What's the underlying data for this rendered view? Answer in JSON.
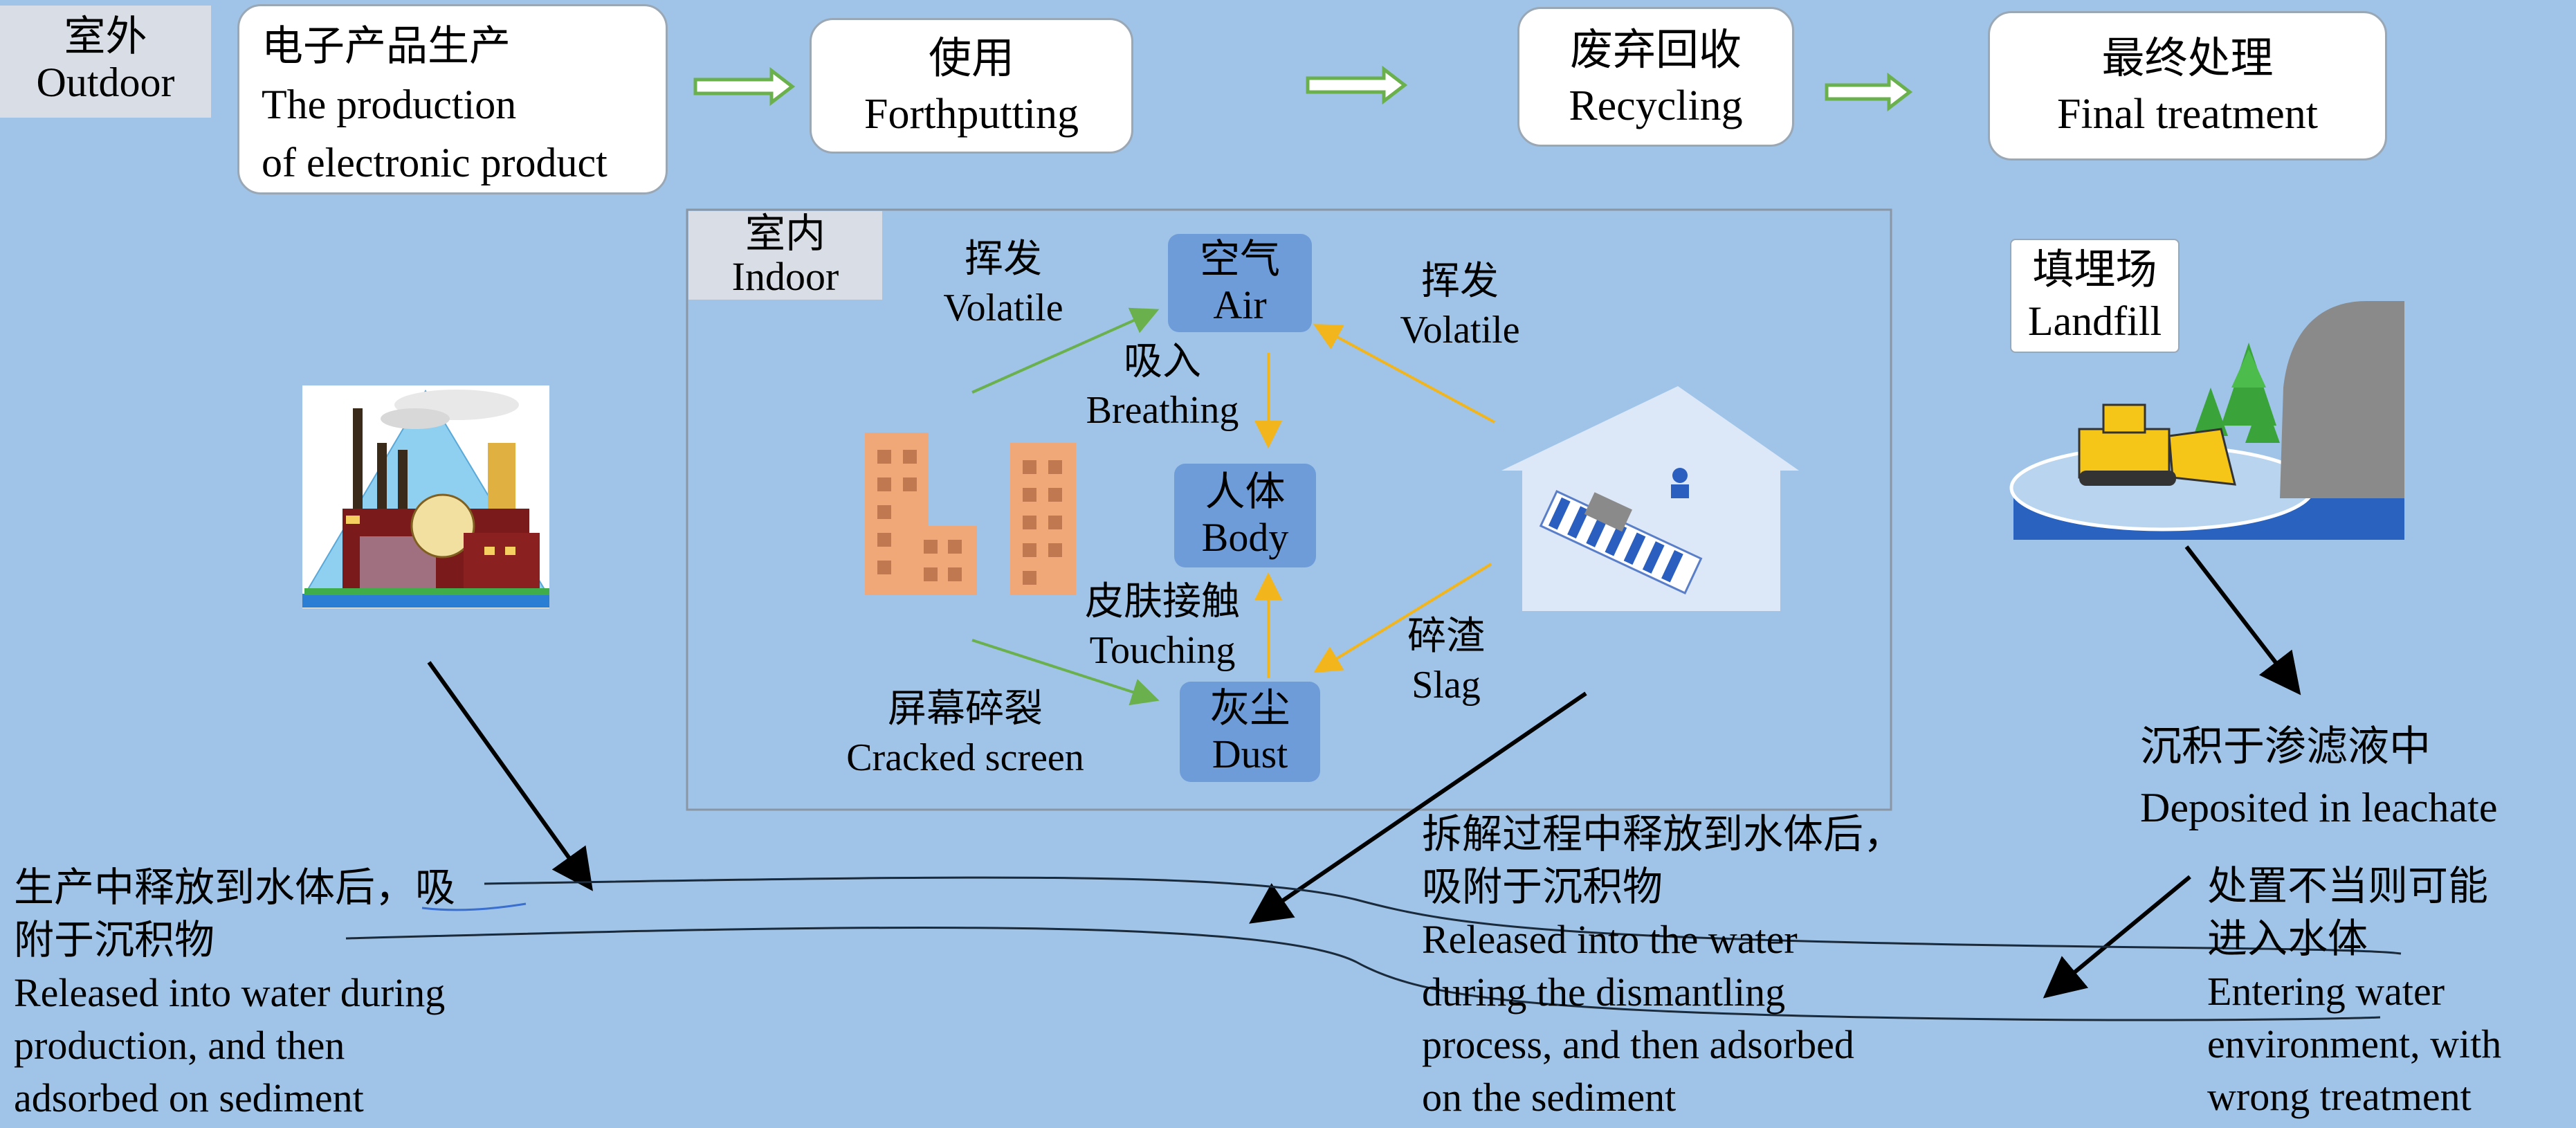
{
  "outdoor": {
    "cn": "室外",
    "en": "Outdoor"
  },
  "stages": [
    {
      "cn": "电子产品生产",
      "en1": "The production",
      "en2": "of electronic product"
    },
    {
      "cn": "使用",
      "en": "Forthputting"
    },
    {
      "cn": "废弃回收",
      "en": "Recycling"
    },
    {
      "cn": "最终处理",
      "en": "Final treatment"
    }
  ],
  "indoor": {
    "title_cn": "室内",
    "title_en": "Indoor",
    "air": {
      "cn": "空气",
      "en": "Air"
    },
    "body": {
      "cn": "人体",
      "en": "Body"
    },
    "dust": {
      "cn": "灰尘",
      "en": "Dust"
    },
    "volatile_left": {
      "cn": "挥发",
      "en": "Volatile"
    },
    "volatile_right": {
      "cn": "挥发",
      "en": "Volatile"
    },
    "breathing": {
      "cn": "吸入",
      "en": "Breathing"
    },
    "touching": {
      "cn": "皮肤接触",
      "en": "Touching"
    },
    "cracked": {
      "cn": "屏幕碎裂",
      "en": "Cracked screen"
    },
    "slag": {
      "cn": "碎渣",
      "en": "Slag"
    }
  },
  "landfill": {
    "cn": "填埋场",
    "en": "Landfill"
  },
  "notes": {
    "leachate_cn": "沉积于渗滤液中",
    "leachate_en": "Deposited in leachate",
    "production_cn1": "生产中释放到水体后，吸",
    "production_cn2": "附于沉积物",
    "production_en1": "Released into water during",
    "production_en2": "production, and then",
    "production_en3": "adsorbed on sediment",
    "dismantle_cn1": "拆解过程中释放到水体后，",
    "dismantle_cn2": "吸附于沉积物",
    "dismantle_en1": "Released into the water",
    "dismantle_en2": " during the dismantling",
    "dismantle_en3": "process, and then adsorbed",
    "dismantle_en4": "on the sediment",
    "improper_cn1": "处置不当则可能",
    "improper_cn2": "进入水体",
    "improper_en1": "Entering water",
    "improper_en2": "environment, with",
    "improper_en3": " wrong treatment"
  },
  "colors": {
    "background": "#a0c4e8",
    "node": "#6d9cd8",
    "green_arrow": "#6ab04c",
    "yellow_arrow": "#f2b51c"
  },
  "icons": [
    "factory-icon",
    "buildings-icon",
    "recycling-house-icon",
    "landfill-bulldozer-icon"
  ]
}
